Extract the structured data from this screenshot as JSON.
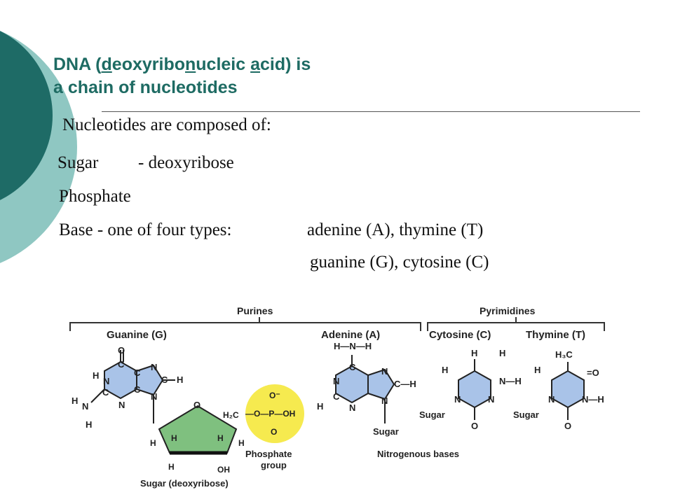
{
  "title": {
    "line1_pre": "DNA (",
    "u1": "d",
    "seg1": "eoxyribo",
    "u2": "n",
    "seg2": "ucleic ",
    "u3": "a",
    "line1_post": "cid) is",
    "line2": "a chain of nucleotides"
  },
  "intro": "Nucleotides are composed of:",
  "components": {
    "sugar_label": "Sugar",
    "sugar_desc": "- deoxyribose",
    "phosphate_label": "Phosphate",
    "base_label": "Base -  one of four types:",
    "base_types_line1": "adenine  (A), thymine (T)",
    "base_types_line2": "guanine  (G), cytosine (C)"
  },
  "figure": {
    "purines": "Purines",
    "pyrimidines": "Pyrimidines",
    "guanine": "Guanine (G)",
    "adenine": "Adenine (A)",
    "cytosine": "Cytosine (C)",
    "thymine": "Thymine (T)",
    "phosphate_group_1": "Phosphate",
    "phosphate_group_2": "group",
    "sugar_deoxyribose": "Sugar (deoxyribose)",
    "nitrogenous_bases": "Nitrogenous bases",
    "sugar": "Sugar",
    "h2c": "H₂C",
    "h3c": "H₃C",
    "colors": {
      "base_ring": "#a9c3e8",
      "sugar_ring": "#7fc07f",
      "phosphate": "#f6ea4f",
      "deco_dark": "#1e6b66",
      "deco_light": "#8fc7c2"
    }
  }
}
